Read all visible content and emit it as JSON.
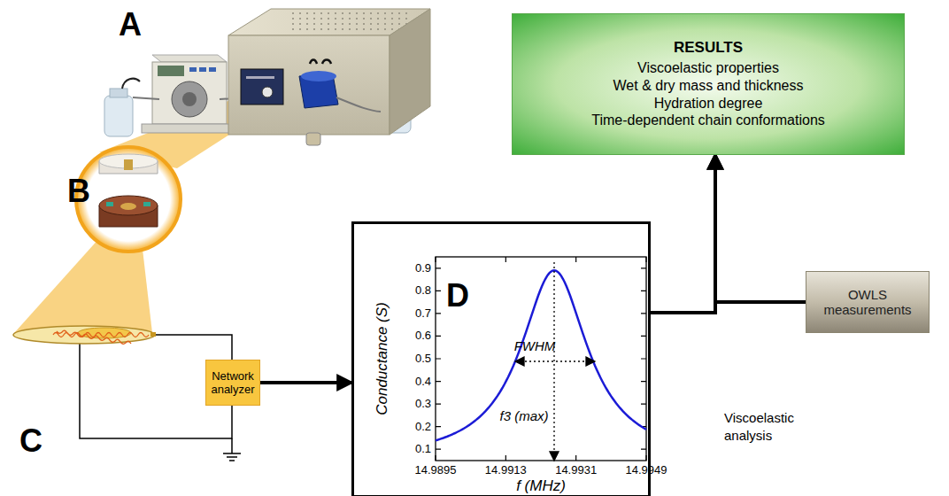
{
  "diagram": {
    "nodes": [
      {
        "text": [
          "RESULTS",
          "Viscoelastic properties",
          "Wet & dry mass and thickness",
          "Hydration degree",
          "Time-dependent chain conformations"
        ]
      },
      {
        "text": [
          "Network analyzer"
        ]
      },
      {
        "text": [
          "D"
        ]
      },
      {
        "text": [
          "OWLS measurements"
        ]
      }
    ],
    "edges": [
      {
        "from": 1,
        "to": 2,
        "arrow": "to"
      },
      {
        "from": 2,
        "to": 0,
        "label": "Viscoelastic analysis",
        "arrow": "to"
      },
      {
        "from": 3,
        "to": 0,
        "arrow": "to"
      }
    ],
    "labels": [
      "A",
      "B",
      "C",
      "0.9",
      "0.8",
      "0.7",
      "0.6",
      "0.5",
      "0.4",
      "0.3",
      "0.2",
      "0.1",
      "14.9895",
      "14.9913",
      "14.9931",
      "14.9949",
      "Conductance (S)",
      "f (MHz)",
      "FWHM",
      "f3 (max)"
    ]
  }
}
